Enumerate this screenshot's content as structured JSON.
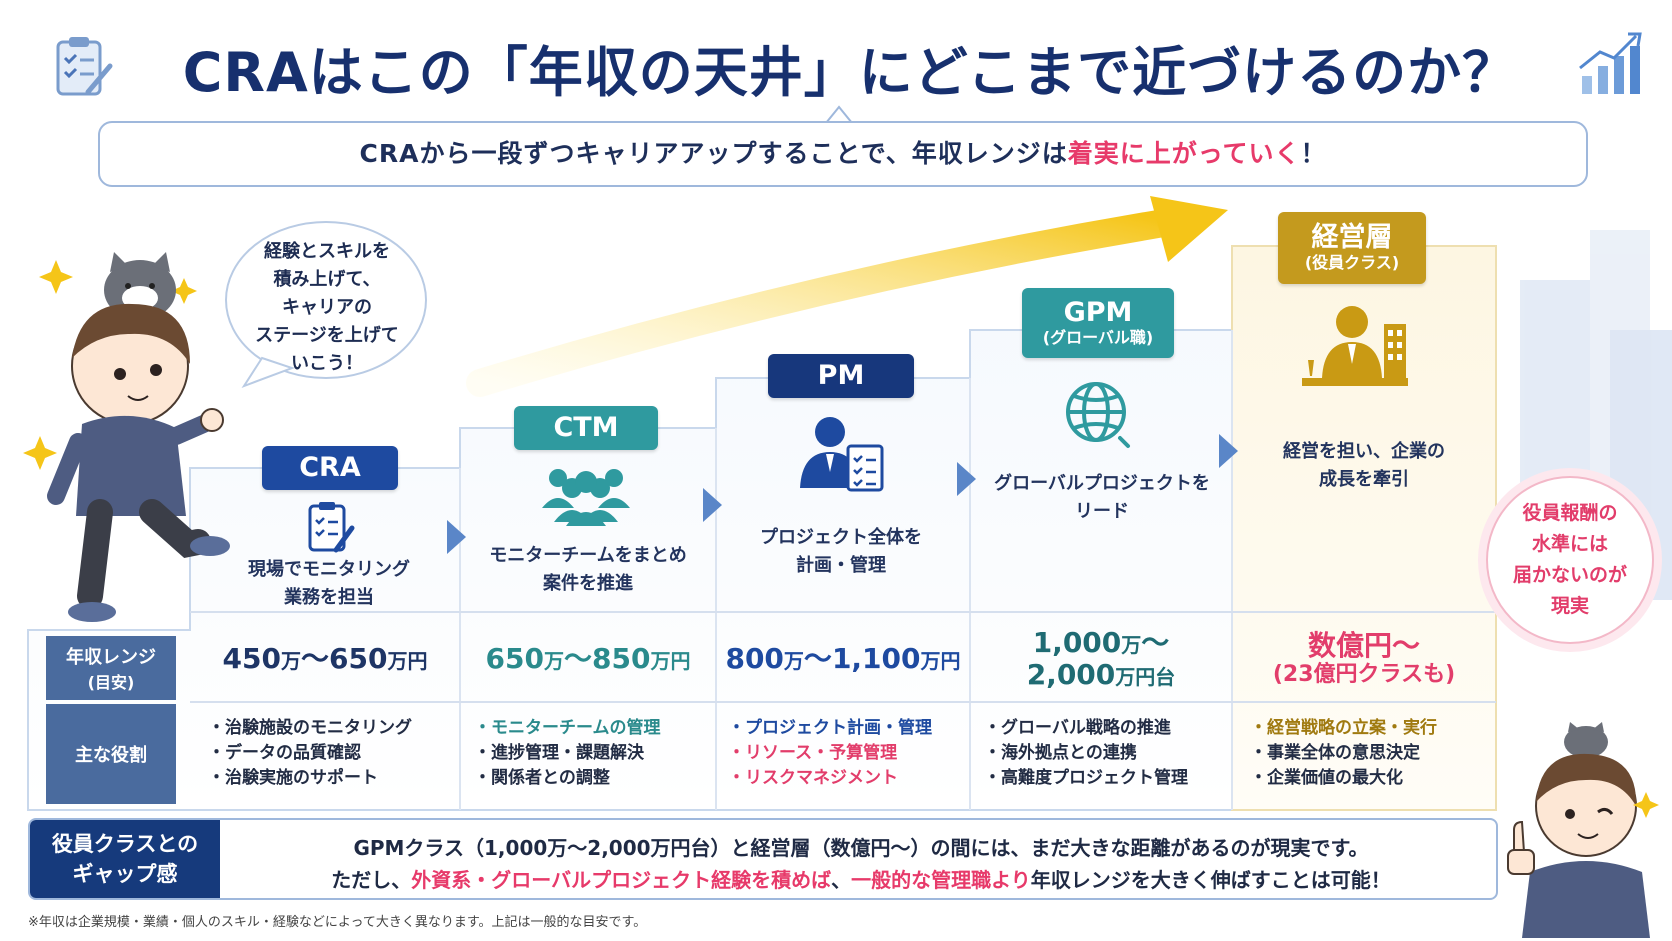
{
  "header": {
    "title": "CRAはこの「年収の天井」にどこまで近づけるのか？",
    "subtitle_pre": "CRAから一段ずつキャリアアップすることで、年収レンジは",
    "subtitle_highlight": "着実に上がっていく",
    "subtitle_post": "！"
  },
  "speech_bubble": "経験とスキルを\n積み上げて、\nキャリアの\nステージを上げて\nいこう！",
  "levels": [
    {
      "label": "CRA",
      "sub": "",
      "color": "#1e4aa0",
      "desc": "現場でモニタリング\n業務を担当",
      "icon": "clipboard-pen-icon",
      "salary_a": "450",
      "unit_a": "万",
      "sep": "〜",
      "salary_b": "650",
      "unit_b": "万円",
      "salary_color": "#1e3566",
      "roles": [
        "治験施設のモニタリング",
        "データの品質確認",
        "治験実施のサポート"
      ]
    },
    {
      "label": "CTM",
      "sub": "",
      "color": "#2f9a9f",
      "desc": "モニターチームをまとめ\n案件を推進",
      "icon": "team-icon",
      "salary_a": "650",
      "unit_a": "万",
      "sep": "〜",
      "salary_b": "850",
      "unit_b": "万円",
      "salary_color": "#2a8a8c",
      "roles": [
        "モニターチームの管理",
        "進捗管理・課題解決",
        "関係者との調整"
      ]
    },
    {
      "label": "PM",
      "sub": "",
      "color": "#17377c",
      "desc": "プロジェクト全体を\n計画・管理",
      "icon": "manager-checklist-icon",
      "salary_a": "800",
      "unit_a": "万",
      "sep": "〜",
      "salary_b": "1,100",
      "unit_b": "万円",
      "salary_color": "#1e4aa0",
      "roles": [
        "プロジェクト計画・管理",
        "リソース・予算管理",
        "リスクマネジメント"
      ]
    },
    {
      "label": "GPM",
      "sub": "(グローバル職)",
      "color": "#2f9a9f",
      "desc": "グローバルプロジェクトを\nリード",
      "icon": "globe-icon",
      "salary_a": "1,000",
      "unit_a": "万",
      "sep": "〜",
      "salary_b": "2,000",
      "unit_b": "万円台",
      "salary_color": "#1f6b73",
      "roles": [
        "グローバル戦略の推進",
        "海外拠点との連携",
        "高難度プロジェクト管理"
      ]
    },
    {
      "label": "経営層",
      "sub": "(役員クラス)",
      "color": "#c49a1e",
      "desc": "経営を担い、企業の\n成長を牽引",
      "icon": "executive-desk-icon",
      "salary_a": "数億円〜",
      "unit_a": "",
      "sep": "",
      "salary_b": "(23億円クラスも)",
      "unit_b": "",
      "salary_color": "#e23d6b",
      "roles": [
        "経営戦略の立案・実行",
        "事業全体の意思決定",
        "企業価値の最大化"
      ]
    }
  ],
  "table": {
    "salary_head": "年収レンジ",
    "salary_head_sub": "(目安)",
    "roles_head": "主な役割"
  },
  "executive_note": "役員報酬の\n水準には\n届かないのが\n現実",
  "gap": {
    "head": "役員クラスとの\nギャップ感",
    "line1": "GPMクラス（1,000万〜2,000万円台）と経営層（数億円〜）の間には、まだ大きな距離があるのが現実です。",
    "line2_pre": "ただし、",
    "line2_pink1": "外資系・グローバルプロジェクト経験を積めば",
    "line2_mid": "、",
    "line2_pink2": "一般的な管理職より",
    "line2_post": "年収レンジを大きく伸ばすことは可能！"
  },
  "footnote": "※年収は企業規模・業績・個人のスキル・経験などによって大きく異なります。上記は一般的な目安です。",
  "colors": {
    "navy": "#17306e",
    "teal": "#2f9a9f",
    "gold": "#c49a1e",
    "pink": "#e73a6a",
    "row_head": "#4a6b9e"
  }
}
